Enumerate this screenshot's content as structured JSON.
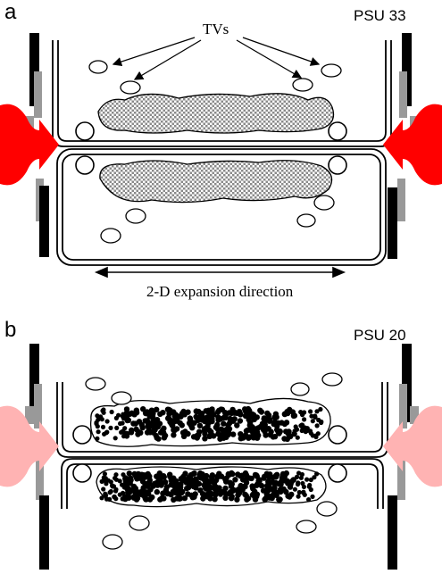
{
  "panels": [
    {
      "letter": "a",
      "label": "PSU 33"
    },
    {
      "letter": "b",
      "label": "PSU 20"
    }
  ],
  "annotations": {
    "tvs": "TVs",
    "expansion": "2-D expansion direction"
  },
  "colors": {
    "arrow_strong": "#ff0000",
    "arrow_faint": "#ffb3b3",
    "bar_black": "#000000",
    "bar_gray": "#999999",
    "line": "#000000"
  }
}
